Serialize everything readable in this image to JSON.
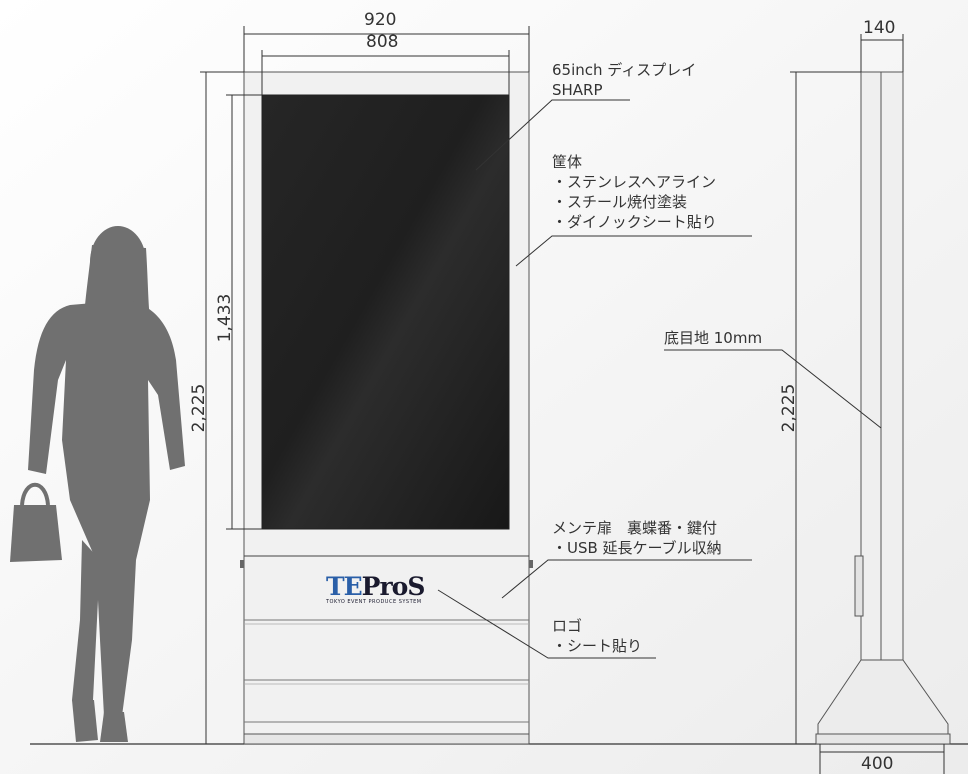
{
  "dimensions": {
    "outer_width": "920",
    "screen_width": "808",
    "side_depth": "140",
    "base_depth": "400",
    "total_height_front": "2,225",
    "screen_height": "1,433",
    "total_height_side": "2,225"
  },
  "callouts": {
    "display": [
      "65inch ディスプレイ",
      "SHARP"
    ],
    "housing": [
      "筐体",
      "・ステンレスヘアライン",
      "・スチール焼付塗装",
      "・ダイノックシート貼り"
    ],
    "joint": [
      "底目地 10mm"
    ],
    "maintenance": [
      "メンテ扉　裏蝶番・鍵付",
      "・USB 延長ケーブル収納"
    ],
    "logo": [
      "ロゴ",
      "・シート貼り"
    ]
  },
  "logo": {
    "text_a": "TE",
    "text_b": "ProS",
    "subtitle": "TOKYO EVENT PRODUCE SYSTEM"
  },
  "colors": {
    "background": "#f6f6f6",
    "line": "#333333",
    "screen": "#1c1c1c",
    "silhouette": "#707070",
    "cabinet": "#eeeeee"
  }
}
